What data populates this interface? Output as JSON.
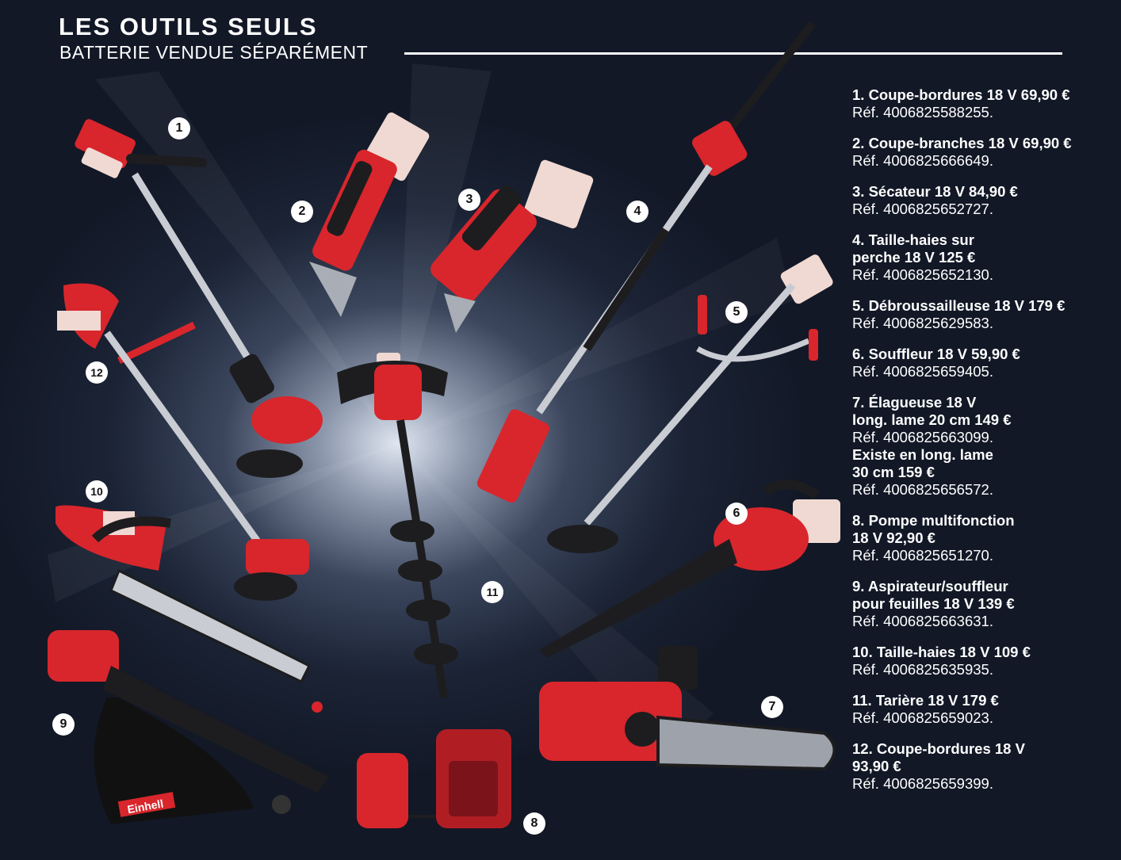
{
  "header": {
    "title": "LES OUTILS SEULS",
    "subtitle": "BATTERIE VENDUE SÉPARÉMENT"
  },
  "products": [
    {
      "name": "1. Coupe-bordures 18 V 69,90 €",
      "ref": "Réf. 4006825588255."
    },
    {
      "name": "2. Coupe-branches 18 V 69,90 €",
      "ref": "Réf. 4006825666649."
    },
    {
      "name": "3. Sécateur 18 V 84,90 €",
      "ref": "Réf. 4006825652727."
    },
    {
      "name": "4. Taille-haies sur\nperche 18 V 125 €",
      "ref": "Réf. 4006825652130."
    },
    {
      "name": "5. Débroussailleuse 18 V 179 €",
      "ref": "Réf. 4006825629583."
    },
    {
      "name": "6. Souffleur 18 V 59,90 €",
      "ref": "Réf. 4006825659405."
    },
    {
      "name": "7. Élagueuse 18 V\nlong. lame 20 cm 149 €",
      "ref": "Réf. 4006825663099.",
      "extra": "Existe en long. lame\n30 cm 159 €",
      "extra_ref": "Réf. 4006825656572."
    },
    {
      "name": "8. Pompe multifonction\n18 V 92,90 €",
      "ref": "Réf. 4006825651270."
    },
    {
      "name": "9. Aspirateur/souffleur\npour feuilles 18 V 139 €",
      "ref": "Réf. 4006825663631."
    },
    {
      "name": "10. Taille-haies 18 V 109 €",
      "ref": "Réf. 4006825635935."
    },
    {
      "name": "11. Tarière 18 V 179 €",
      "ref": "Réf. 4006825659023."
    },
    {
      "name": "12. Coupe-bordures 18 V\n93,90 €",
      "ref": "Réf. 4006825659399."
    }
  ],
  "badges": [
    "1",
    "2",
    "3",
    "4",
    "5",
    "6",
    "7",
    "8",
    "9",
    "10",
    "11",
    "12"
  ],
  "colors": {
    "brand_red": "#d8262c",
    "tool_dark": "#1d1d1f",
    "shaft_silver": "#c9ccd2"
  },
  "logo_text": "Einhell"
}
